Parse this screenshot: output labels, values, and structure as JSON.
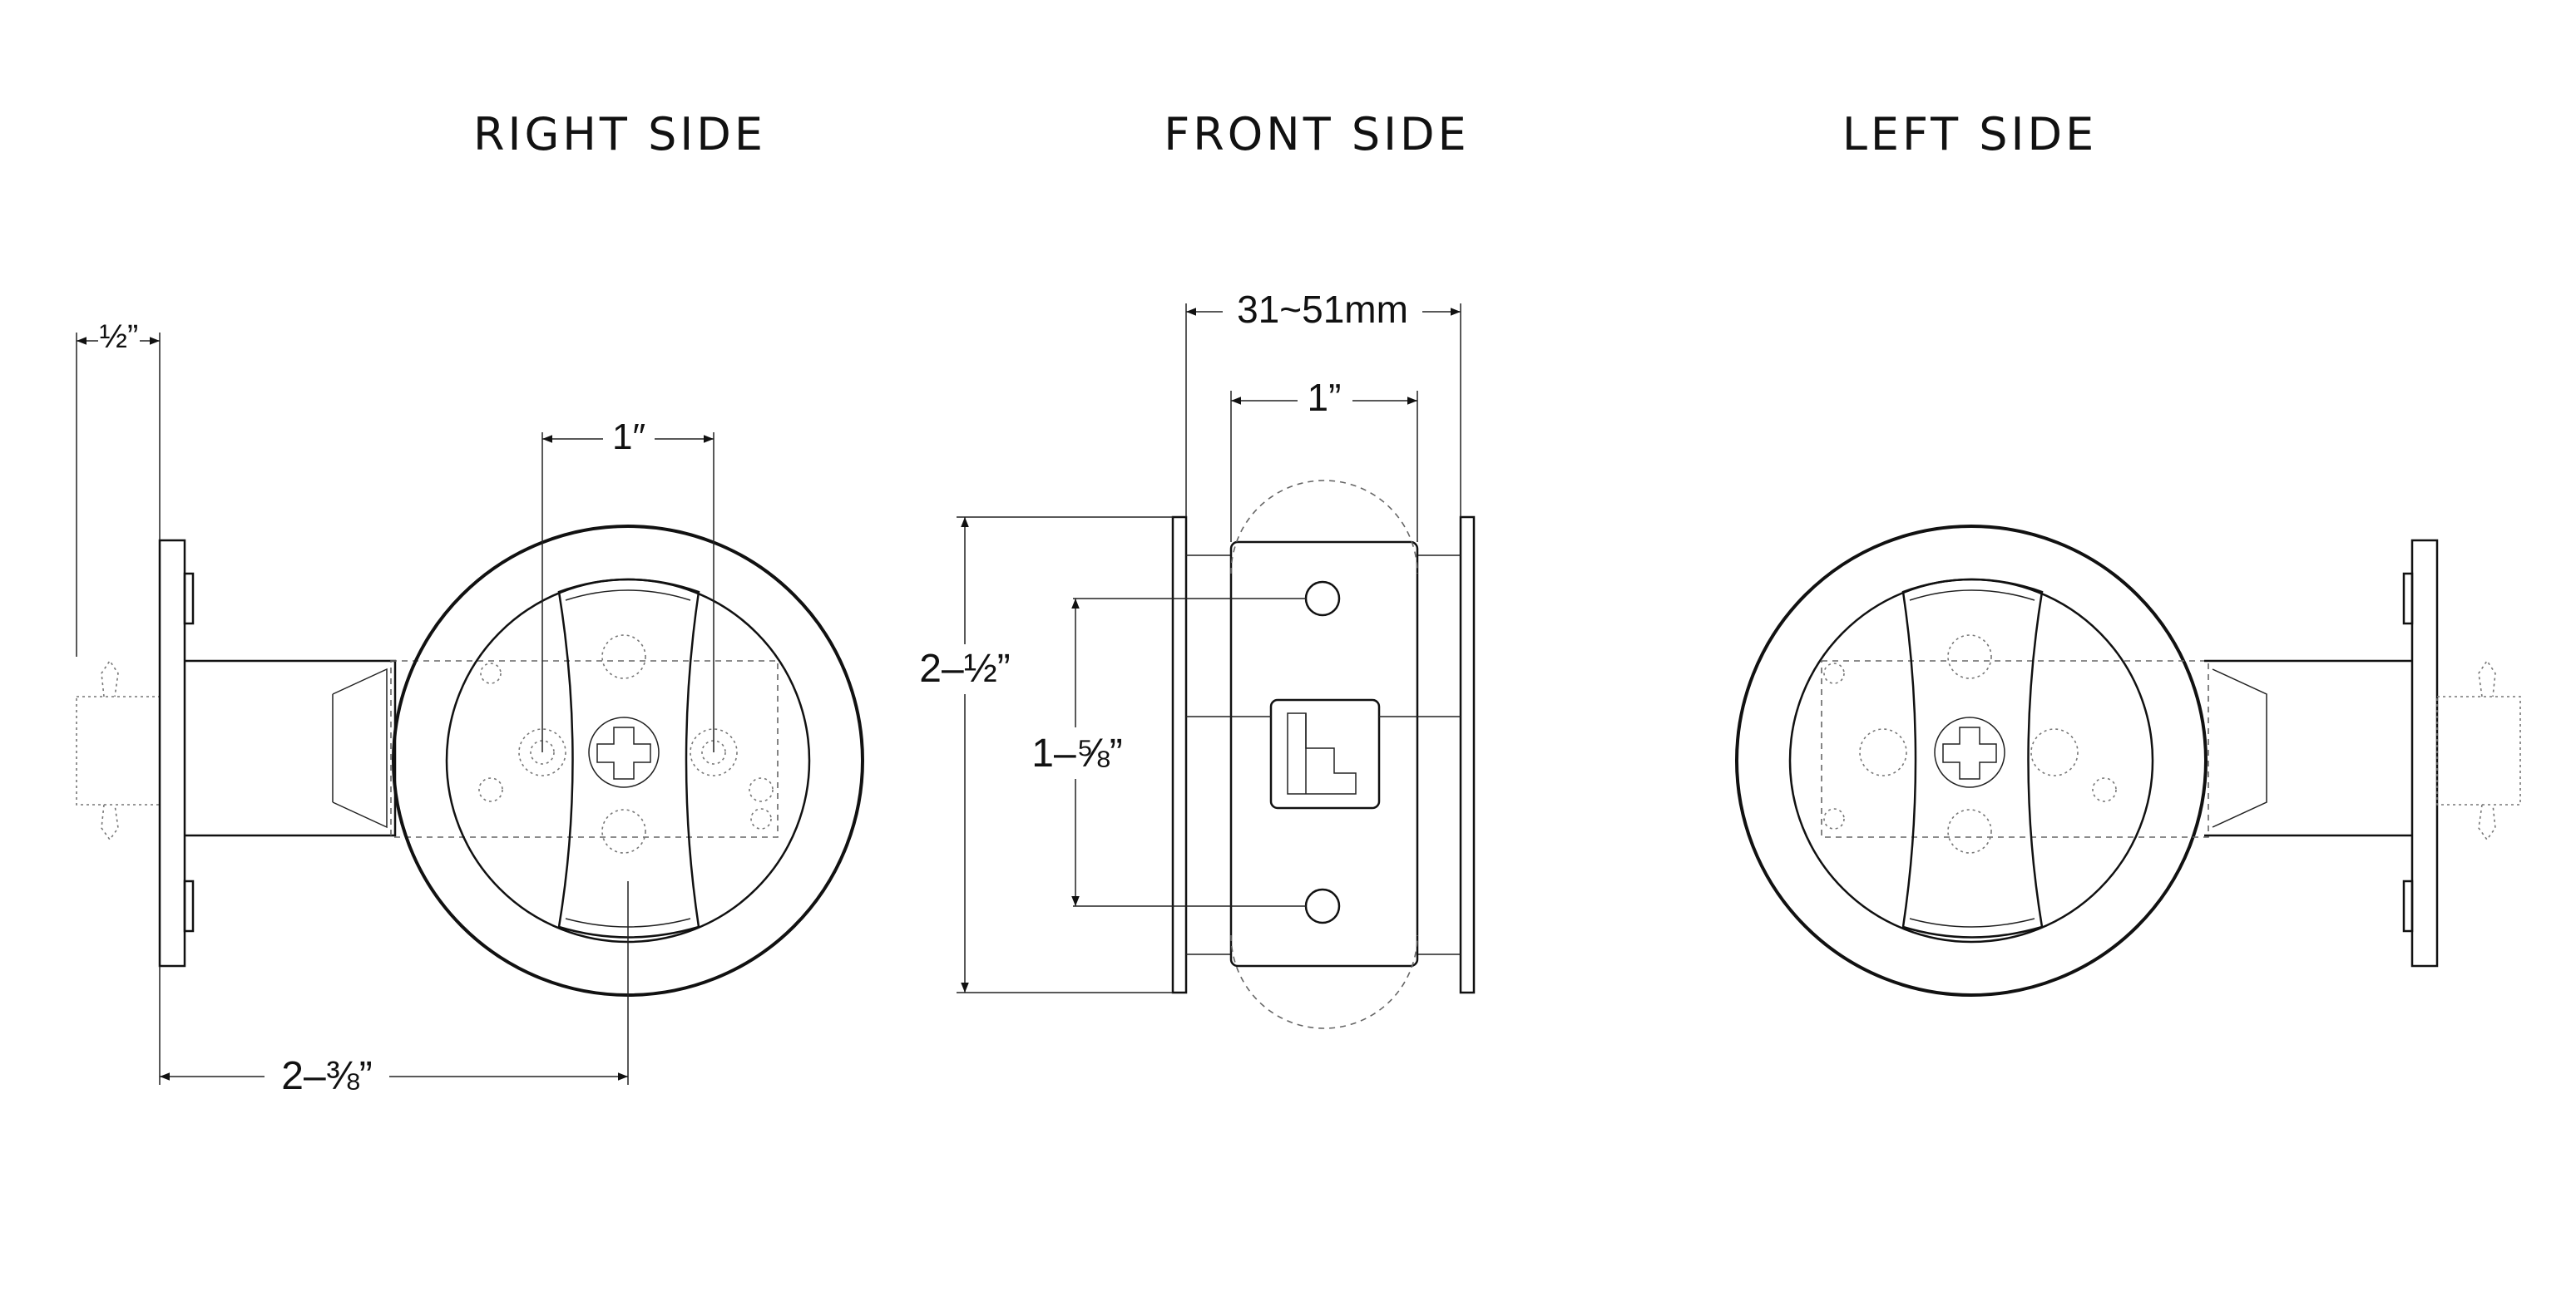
{
  "views": {
    "right": "RIGHT SIDE",
    "front": "FRONT SIDE",
    "left": "LEFT SIDE"
  },
  "dimensions": {
    "right_half_inch": "½”",
    "right_center_spacing": "1″",
    "right_backset": "2–⅜”",
    "front_door_thickness": "31~51mm",
    "front_latch_width": "1”",
    "front_height": "2–½”",
    "front_screw_spacing": "1–⅝”"
  }
}
